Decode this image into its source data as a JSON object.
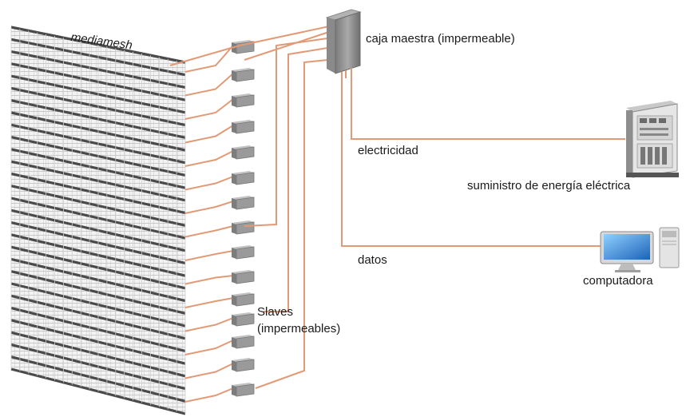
{
  "labels": {
    "mediamesh": "mediamesh",
    "master_box": "caja maestra (impermeable)",
    "electricity": "electricidad",
    "power_supply": "suministro de energía eléctrica",
    "data": "datos",
    "computer": "computadora",
    "slaves_line1": "Slaves",
    "slaves_line2": "(impermeables)"
  },
  "colors": {
    "cable": "#e29a76",
    "mesh_line": "#555555",
    "mesh_fill": "#e8e8e8",
    "slave_box": "#9a9a9a",
    "master_box": "#8c8c8c"
  },
  "icons": {
    "power_supply": "power-cabinet-icon",
    "computer": "desktop-computer-icon"
  }
}
